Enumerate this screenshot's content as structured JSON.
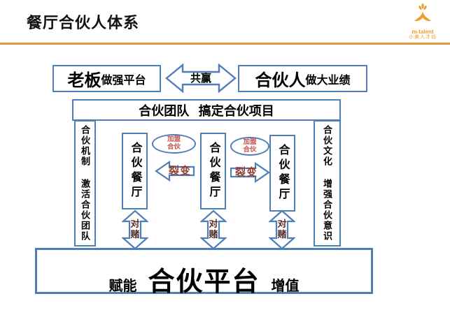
{
  "header": {
    "title": "餐厅合伙人体系",
    "logo_name": "m-talent",
    "logo_subtitle": "小美人才坊"
  },
  "top_row": {
    "left_box_emph": "老板",
    "left_box_rest": "做强平台",
    "arrow_label": "共赢",
    "right_box_emph": "合伙人",
    "right_box_rest": "做大业绩"
  },
  "team_box": {
    "header": "合伙团队 搞定合伙项目",
    "left_column": "合伙机制 激活合伙团队",
    "right_column": "合伙文化 增强合伙意识"
  },
  "restaurants": [
    {
      "label": "合伙餐厅"
    },
    {
      "label": "合伙餐厅"
    },
    {
      "label": "合伙餐厅"
    }
  ],
  "franchise_ellipses": [
    {
      "line1": "加盟",
      "line2": "合伙"
    },
    {
      "line1": "加盟",
      "line2": "合伙"
    }
  ],
  "split_arrows": [
    {
      "label": "裂变",
      "direction": "left"
    },
    {
      "label": "裂变",
      "direction": "right"
    }
  ],
  "bet_arrows": [
    {
      "line1": "对",
      "line2": "赌"
    },
    {
      "line1": "对",
      "line2": "赌"
    },
    {
      "line1": "对",
      "line2": "赌"
    }
  ],
  "platform_box": {
    "prefix": "赋能",
    "title": "合伙平台",
    "suffix": "增值"
  },
  "colors": {
    "border_blue": "#4E7FB6",
    "accent_orange": "#E39A3B",
    "logo_orange": "#EE9D2E",
    "franchise_red": "#C4524E",
    "split_red": "#8E3B36",
    "bet_dark_red": "#552A28"
  }
}
